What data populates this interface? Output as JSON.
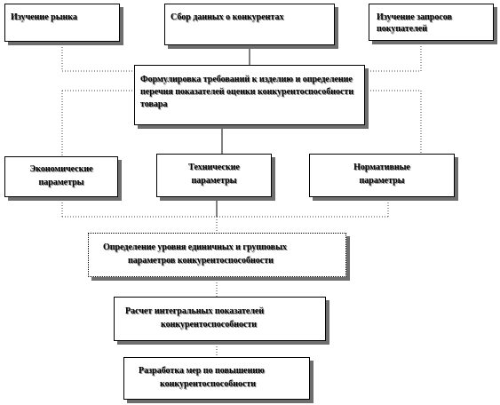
{
  "boxes": {
    "market_study": "Изучение рынка",
    "competitor_data": "Сбор данных  о конкурентах",
    "buyer_requests": "Изучение запросов покупателей",
    "requirements": "Формулировка требований к изделию и определение перечня показателей  оценки конкурентоспособности товара",
    "economic": "Экономические параметры",
    "technical": "Технические параметры",
    "normative": "Нормативные параметры",
    "levels_line1": "Определение  уровня единичных  и групповых",
    "levels_line2": "параметров конкурентоспособности",
    "integral_line1": "Расчет интегральных  показателей",
    "integral_line2": "конкурентоспособности",
    "measures_line1": "Разработка мер по повышению",
    "measures_line2": "конкурентоспособности"
  },
  "colors": {
    "box_border": "#000000",
    "shadow": "#6e6e6e",
    "dotted_line": "#444444",
    "solid_line": "#000000"
  }
}
